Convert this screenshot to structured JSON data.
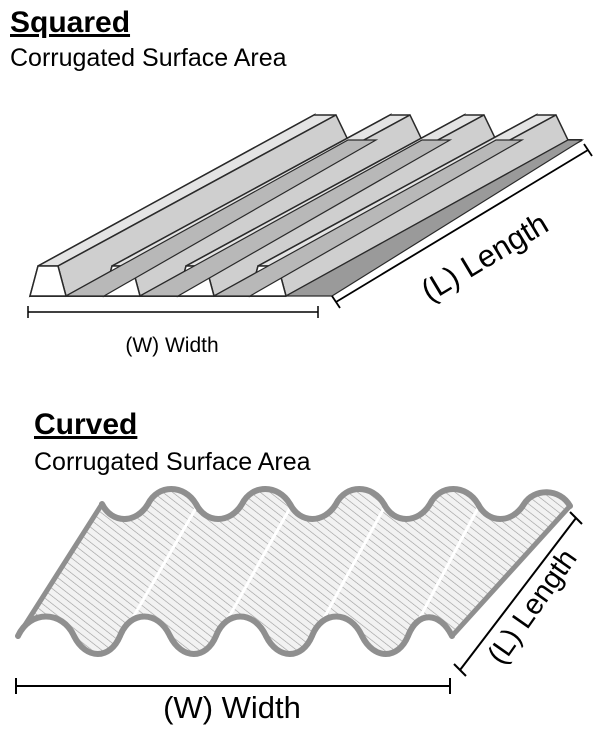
{
  "squared": {
    "title": "Squared",
    "subtitle": "Corrugated Surface Area",
    "width_label": "(W) Width",
    "length_label": "(L) Length"
  },
  "curved": {
    "title": "Curved",
    "subtitle": "Corrugated Surface Area",
    "width_label": "(W) Width",
    "length_label": "(L) Length"
  },
  "colors": {
    "panel_light": "#d6d6d6",
    "panel_face": "#c8c8c8",
    "panel_dark": "#7a7a7a",
    "edge": "#2a2a2a",
    "curved_outline": "#8f8f8f",
    "hatch": "#9a9a9a"
  }
}
